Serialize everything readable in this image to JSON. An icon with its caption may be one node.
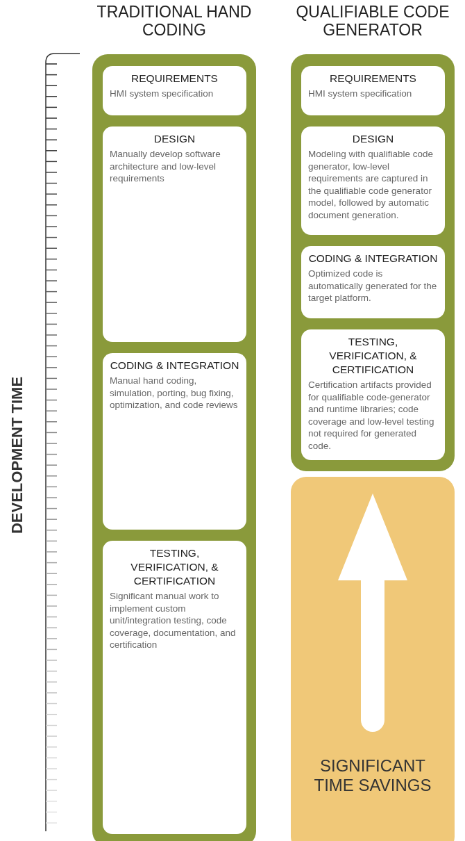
{
  "diagram": {
    "nodes": [
      {
        "text": [
          "TRADITIONAL HAND CODING"
        ]
      },
      {
        "text": [
          "REQUIREMENTS",
          "HMI system specification"
        ],
        "in": 0
      },
      {
        "text": [
          "DESIGN",
          "Manually develop software architecture and low-level requirements"
        ],
        "in": 0
      },
      {
        "text": [
          "CODING & INTEGRATION",
          "Manual hand coding, simulation, porting, bug fixing, optimization, and code reviews"
        ],
        "in": 0
      },
      {
        "text": [
          "TESTING, VERIFICATION, & CERTIFICATION",
          "Significant manual work to implement custom unit/integration testing, code coverage, documentation, and certification"
        ],
        "in": 0
      },
      {
        "text": [
          "QUALIFIABLE CODE GENERATOR"
        ]
      },
      {
        "text": [
          "REQUIREMENTS",
          "HMI system specification"
        ],
        "in": 5
      },
      {
        "text": [
          "DESIGN",
          "Modeling with qualifiable code generator, low-level requirements are captured in the qualifiable code generator model, followed by automatic document generation."
        ],
        "in": 5
      },
      {
        "text": [
          "CODING & INTEGRATION",
          "Optimized code is automatically generated for the target platform."
        ],
        "in": 5
      },
      {
        "text": [
          "TESTING, VERIFICATION, & CERTIFICATION",
          "Certification artifacts provided for qualifiable code-generator and runtime libraries; code coverage and low-level testing not required for generated code."
        ],
        "in": 5
      },
      {
        "text": [
          "SIGNIFICANT TIME SAVINGS"
        ]
      }
    ],
    "edges": [],
    "labels": [
      "DEVELOPMENT TIME"
    ]
  }
}
